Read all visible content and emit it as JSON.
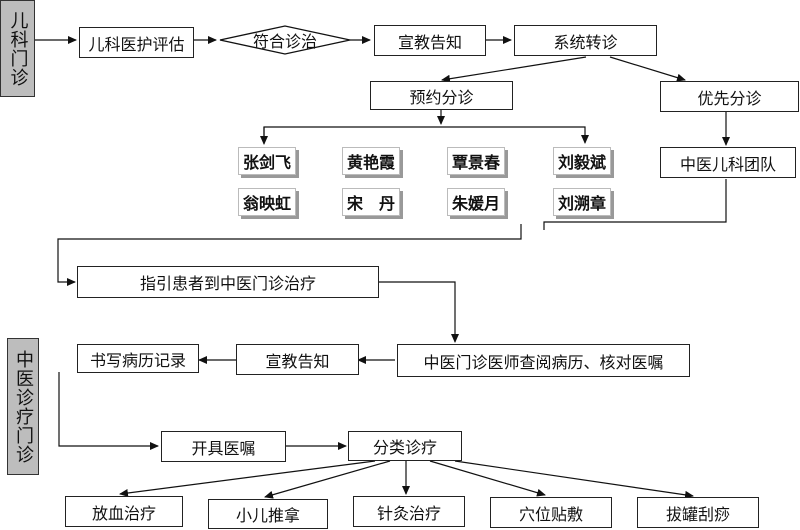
{
  "sections": {
    "pediatric_clinic": "儿科门诊",
    "tcm_treatment": "中医诊疗门诊"
  },
  "flow": {
    "assess": "儿科医护评估",
    "meet_criteria": "符合诊治",
    "inform": "宣教告知",
    "referral": "系统转诊",
    "appointment": "预约分诊",
    "priority": "优先分诊",
    "tcm_team": "中医儿科团队",
    "guide": "指引患者到中医门诊治疗",
    "review": "中医门诊医师查阅病历、核对医嘱",
    "inform2": "宣教告知",
    "record": "书写病历记录",
    "prescribe": "开具医嘱",
    "classify": "分类诊疗"
  },
  "doctors": [
    "张剑飞",
    "黄艳霞",
    "覃景春",
    "刘毅斌",
    "翁映虹",
    "宋　丹",
    "朱媛月",
    "刘溯章"
  ],
  "therapies": [
    "放血治疗",
    "小儿推拿",
    "针灸治疗",
    "穴位贴敷",
    "拔罐刮痧"
  ]
}
